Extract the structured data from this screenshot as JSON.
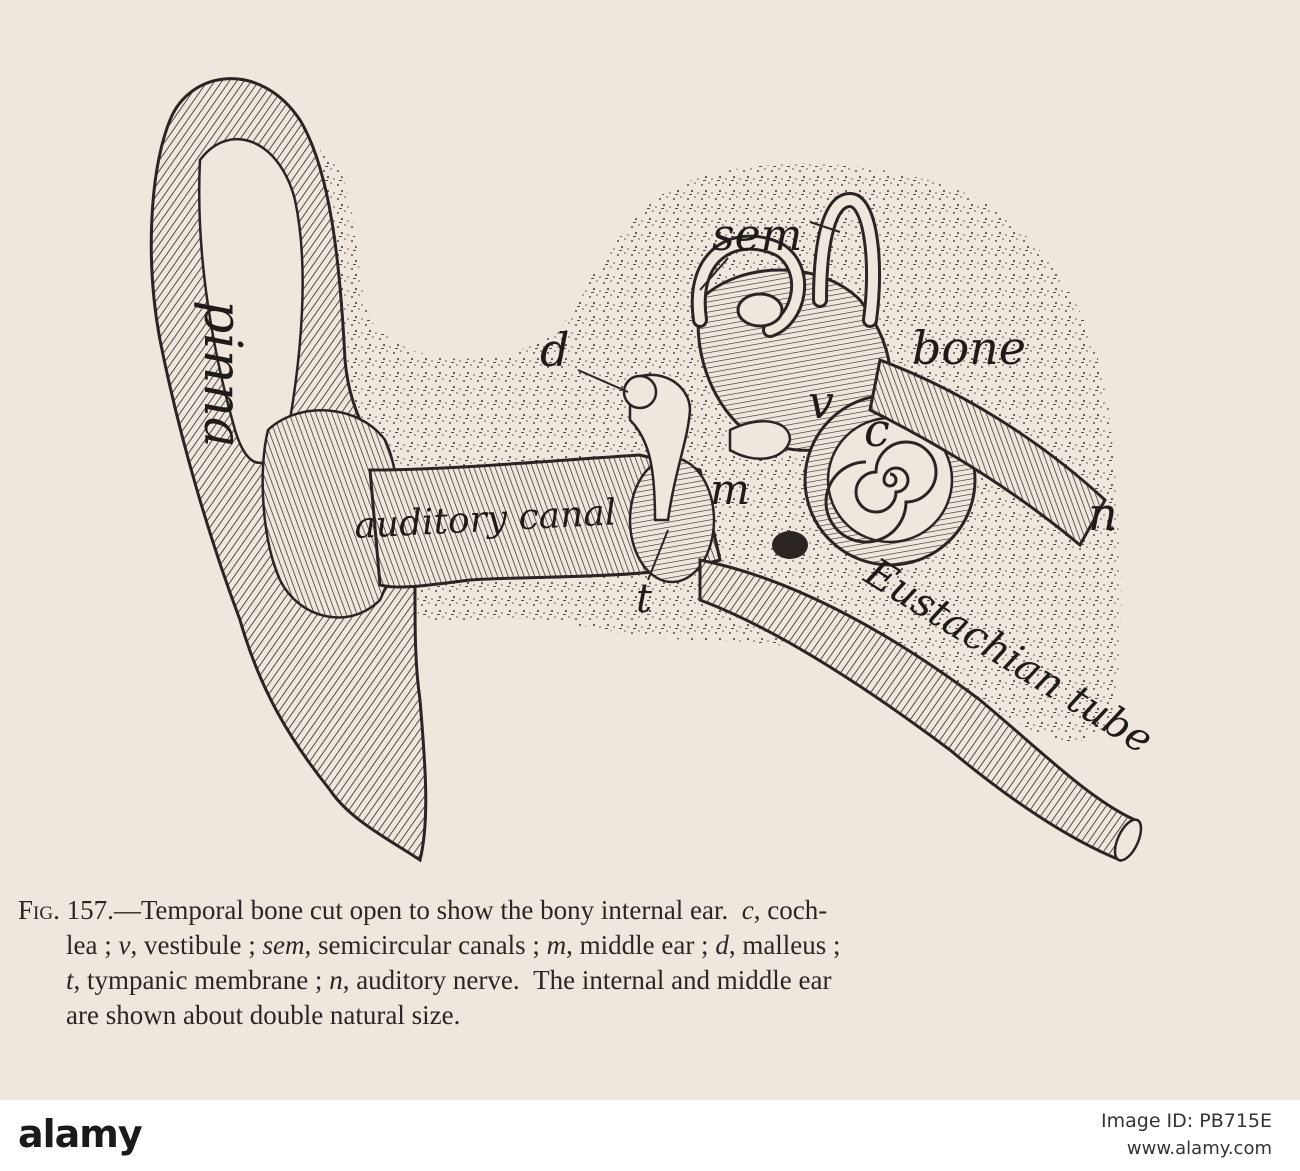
{
  "figure": {
    "labels": {
      "pinna": "pinna",
      "auditory_canal": "auditory canal",
      "sem": "sem",
      "d": "d",
      "v": "v",
      "c": "c",
      "m": "m",
      "t": "t",
      "n": "n",
      "bone": "bone",
      "eustachian_tube": "Eustachian tube"
    }
  },
  "caption": {
    "fig_word": "Fig.",
    "fig_number": "157.",
    "dash": "—",
    "line1_text": "Temporal bone cut open to show the bony internal ear.",
    "line1_c": "c",
    "line1_tail": ", coch-",
    "line2_lea": "lea ;",
    "line2_v": "v",
    "line2_vest": ", vestibule ;",
    "line2_sem": "sem",
    "line2_semi": ", semicircular canals ;",
    "line2_m": "m",
    "line2_mid": ", middle ear ;",
    "line2_d": "d",
    "line2_mall": ", malleus ;",
    "line3_t": "t",
    "line3_tymp": ", tympanic membrane ;",
    "line3_n": "n",
    "line3_nerve": ", auditory nerve.",
    "line3_tail": "The internal and middle ear",
    "line4": "are shown about double natural size."
  },
  "footer": {
    "brand": "alamy",
    "image_id_label": "Image ID: PB715E",
    "site": "www.alamy.com"
  },
  "colors": {
    "paper": "#efe7dd",
    "ink": "#2a2522",
    "footer_bg": "#ffffff"
  }
}
